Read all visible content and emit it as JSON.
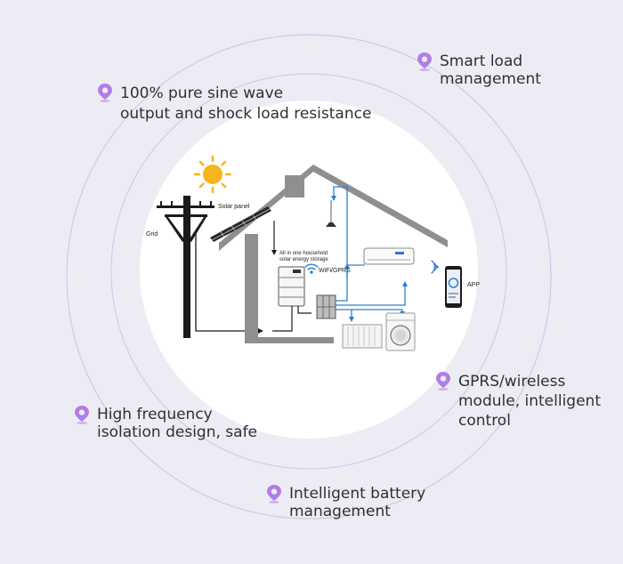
{
  "features": [
    {
      "id": "smart-load",
      "text": "Smart load\nmanagement"
    },
    {
      "id": "sine-wave",
      "text": "100% pure sine wave\noutput and shock load resistance"
    },
    {
      "id": "gprs",
      "text": "GPRS/wireless\nmodule, intelligent\ncontrol"
    },
    {
      "id": "isolation",
      "text": "High frequency\nisolation design, safe"
    },
    {
      "id": "battery",
      "text": "Intelligent battery\nmanagement"
    }
  ],
  "diagram": {
    "solar_panel": "Solar panel",
    "grid": "Grid",
    "storage": "All in one household\nsolar energy storage",
    "wifi": "WiFi/GPRS",
    "app": "APP"
  },
  "colors": {
    "background": "#ecedf4",
    "ring": "#c9c6ee",
    "pin": "#b27ce6",
    "house": "#8f8f8f",
    "flow": "#2d7fd1",
    "sun": "#f6b51d"
  }
}
